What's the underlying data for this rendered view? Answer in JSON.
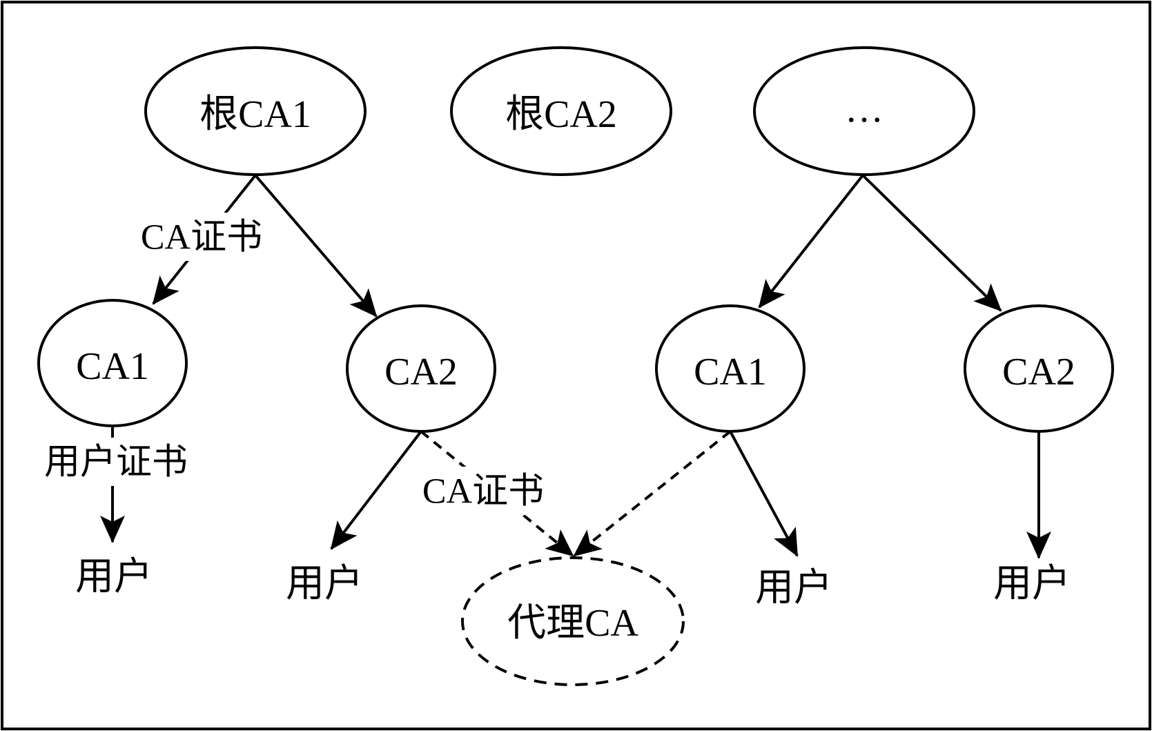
{
  "nodes": {
    "root_ca1": "根CA1",
    "root_ca2": "根CA2",
    "root_more": "…",
    "ca1_left": "CA1",
    "ca2_left": "CA2",
    "ca1_right": "CA1",
    "ca2_right": "CA2",
    "proxy_ca": "代理CA"
  },
  "leaves": {
    "user_1": "用户",
    "user_2": "用户",
    "user_3": "用户",
    "user_4": "用户"
  },
  "edge_labels": {
    "root1_to_ca1": "CA证书",
    "ca1_to_user": "用户证书",
    "ca2_to_proxy": "CA证书"
  },
  "colors": {
    "stroke": "#000000",
    "background": "#ffffff"
  }
}
